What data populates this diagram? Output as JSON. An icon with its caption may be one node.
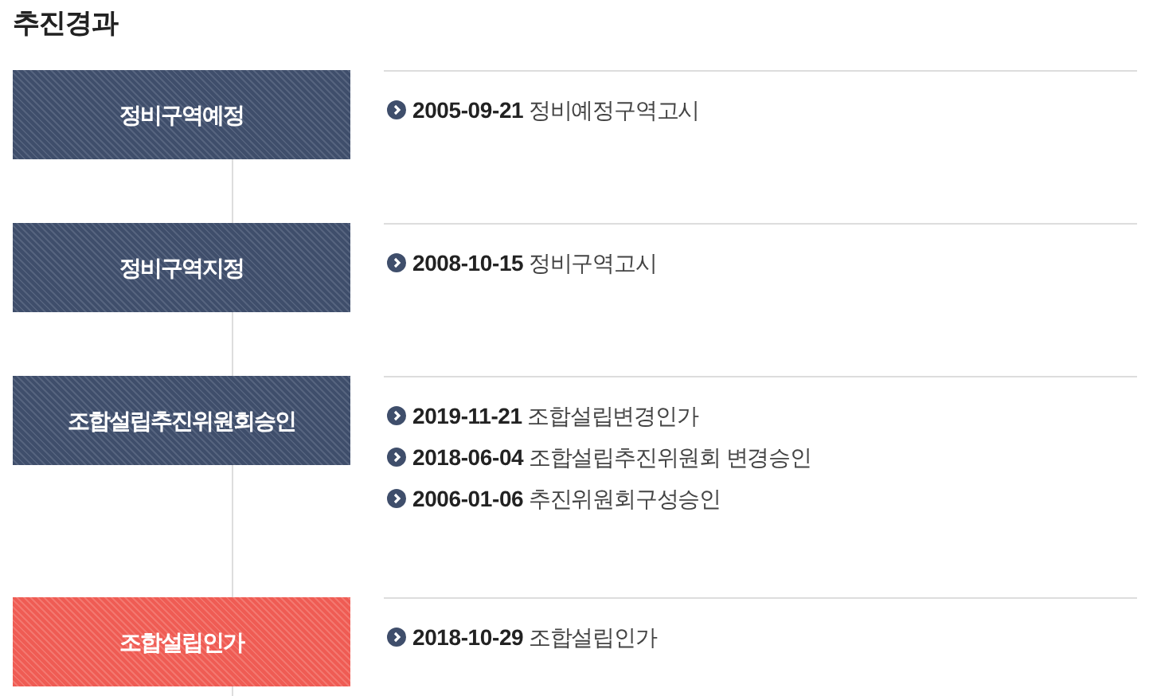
{
  "diagram": {
    "title": "추진경과",
    "nodes": [
      {
        "text": [
          "정비구역예정"
        ],
        "beside": [
          "**2005-09-21** 정비예정구역고시"
        ]
      },
      {
        "text": [
          "정비구역지정"
        ],
        "beside": [
          "**2008-10-15** 정비구역고시"
        ]
      },
      {
        "text": [
          "조합설립추진위원회승인"
        ],
        "beside": [
          "**2019-11-21** 조합설립변경인가",
          "**2018-06-04** 조합설립추진위원회 변경승인",
          "**2006-01-06** 추진위원회구성승인"
        ]
      },
      {
        "text": [
          "조합설립인가"
        ],
        "beside": [
          "**2018-10-29** 조합설립인가"
        ]
      }
    ],
    "edges": [
      {
        "from": 0,
        "to": 1,
        "arrow": "none"
      },
      {
        "from": 1,
        "to": 2,
        "arrow": "none"
      },
      {
        "from": 2,
        "to": 3,
        "arrow": "none"
      },
      {
        "from": 3,
        "to": null,
        "arrow": "none"
      }
    ]
  }
}
